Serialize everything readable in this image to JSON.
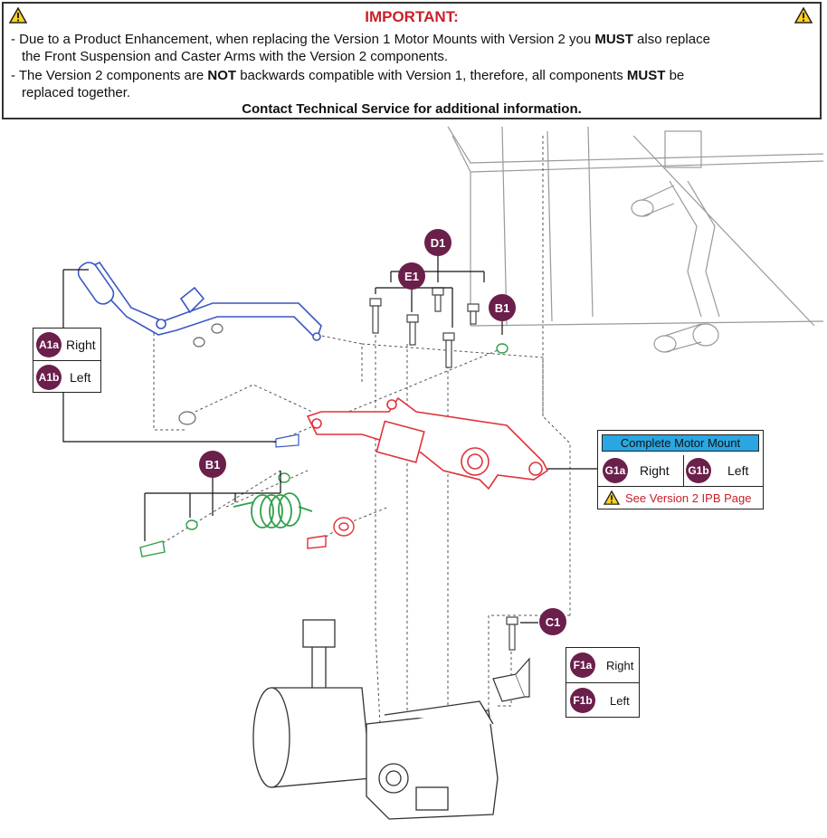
{
  "notice": {
    "title": "IMPORTANT:",
    "line1a": "- Due to a Product Enhancement, when replacing the Version 1 Motor Mounts with Version 2 you ",
    "line1b": "MUST",
    "line1c": " also replace",
    "line2": "the Front Suspension and Caster Arms with the Version 2 components.",
    "line3a": "- The Version 2 components are ",
    "line3b": "NOT",
    "line3c": " backwards compatible with Version 1, therefore, all components ",
    "line3d": "MUST",
    "line3e": " be",
    "line4": "replaced together.",
    "footer": "Contact Technical Service for additional information."
  },
  "callouts": {
    "d1": "D1",
    "e1": "E1",
    "b1_top": "B1",
    "b1_left": "B1",
    "c1": "C1"
  },
  "table_a": {
    "rows": [
      {
        "code": "A1a",
        "label": "Right"
      },
      {
        "code": "A1b",
        "label": "Left"
      }
    ]
  },
  "table_g": {
    "header": "Complete Motor Mount",
    "code_right": "G1a",
    "label_right": "Right",
    "code_left": "G1b",
    "label_left": "Left",
    "note": "See Version 2 IPB Page"
  },
  "table_f": {
    "rows": [
      {
        "code": "F1a",
        "label": "Right"
      },
      {
        "code": "F1b",
        "label": "Left"
      }
    ]
  },
  "colors": {
    "warning_red": "#c8202a",
    "badge": "#6b1f4b",
    "blue_part": "#3b57c4",
    "red_part": "#e0323a",
    "green_part": "#2fa04a",
    "header_blue": "#2aa6e0"
  }
}
